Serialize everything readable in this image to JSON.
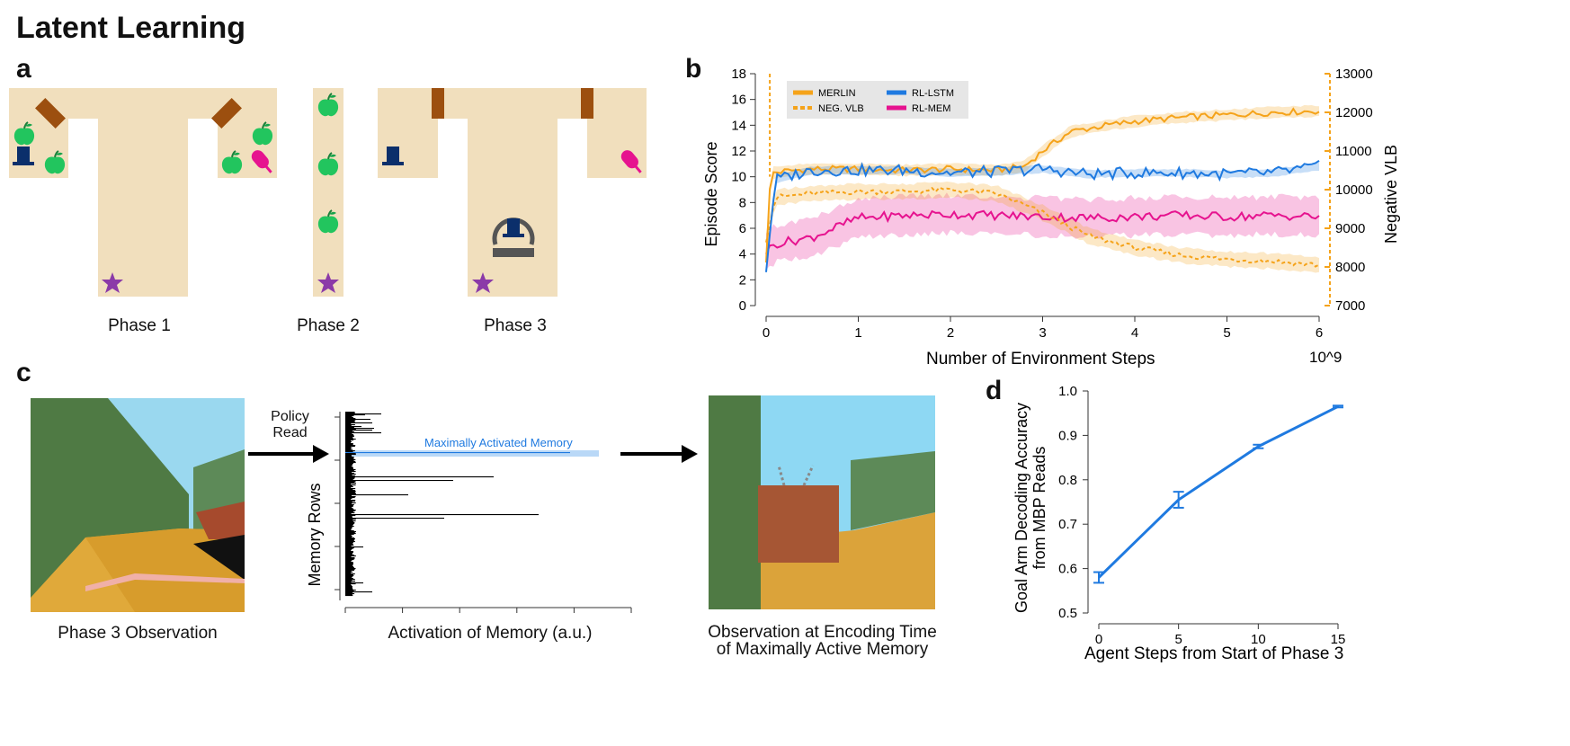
{
  "figure": {
    "title": "Latent Learning",
    "panels": {
      "a": "a",
      "b": "b",
      "c": "c",
      "d": "d"
    }
  },
  "panel_a": {
    "phase_labels": [
      "Phase 1",
      "Phase 2",
      "Phase 3"
    ],
    "colors": {
      "maze": "#f1dfbd",
      "door": "#9c4f0f",
      "apple": "#22c55e",
      "star": "#8b3aa8",
      "hat": "#0b2f6b",
      "popsicle": "#e6138f",
      "portal": "#555555"
    }
  },
  "panel_c": {
    "labels": {
      "policy_read": [
        "Policy",
        "Read"
      ],
      "memory_rows": "Memory Rows",
      "activation": "Activation of Memory (a.u.)",
      "max_memory": "Maximally Activated Memory",
      "obs1": "Phase 3 Observation",
      "obs2": [
        "Observation at Encoding Time",
        "of Maximally Active Memory"
      ]
    }
  },
  "chart_data": [
    {
      "type": "line",
      "xlabel": "Number of Environment Steps",
      "x_multiplier": "10^9",
      "ylabel": "Episode Score",
      "ylabel_right": "Negative VLB",
      "xlim": [
        0,
        6
      ],
      "ylim": [
        0,
        18
      ],
      "ylim_right": [
        7000,
        13000
      ],
      "xticks": [
        "0",
        "1",
        "2",
        "3",
        "4",
        "5",
        "6"
      ],
      "yticks": [
        "0",
        "2",
        "4",
        "6",
        "8",
        "10",
        "12",
        "14",
        "16",
        "18"
      ],
      "yticks_right": [
        "7000",
        "8000",
        "9000",
        "10000",
        "11000",
        "12000",
        "13000"
      ],
      "legend": [
        "MERLIN",
        "NEG. VLB",
        "RL-LSTM",
        "RL-MEM"
      ],
      "legend_position": "top-left",
      "colors": {
        "MERLIN": "#f5a31a",
        "NEG. VLB": "#f5a31a",
        "RL-LSTM": "#1f7ae0",
        "RL-MEM": "#e6138f"
      },
      "series": [
        {
          "name": "MERLIN",
          "x": [
            0,
            0.05,
            0.3,
            0.5,
            1,
            1.5,
            2,
            2.5,
            2.8,
            3,
            3.3,
            3.7,
            4,
            4.5,
            5,
            5.5,
            6
          ],
          "y": [
            3.5,
            10.3,
            10.5,
            10.6,
            10.6,
            10.5,
            10.6,
            10.5,
            10.8,
            12,
            13.5,
            14,
            14.3,
            14.6,
            14.8,
            15,
            15.1
          ]
        },
        {
          "name": "NEG. VLB",
          "x": [
            0,
            0.1,
            0.5,
            1,
            1.5,
            2,
            2.5,
            3,
            3.5,
            4,
            4.5,
            5,
            5.5,
            6
          ],
          "y": [
            8700,
            9800,
            9900,
            9950,
            9950,
            10000,
            9900,
            9400,
            8800,
            8500,
            8300,
            8200,
            8150,
            8050
          ]
        },
        {
          "name": "RL-LSTM",
          "x": [
            0,
            0.1,
            0.5,
            1,
            1.5,
            2,
            2.5,
            3,
            3.5,
            4,
            4.5,
            5,
            5.5,
            6
          ],
          "y": [
            2.8,
            9.8,
            10.5,
            10.5,
            10.5,
            10.3,
            10.4,
            10.6,
            10.2,
            10.3,
            10.3,
            10.2,
            10.3,
            10.8
          ]
        },
        {
          "name": "RL-MEM",
          "x": [
            0,
            0.1,
            0.5,
            1,
            1.5,
            2,
            2.5,
            3,
            3.5,
            4,
            4.5,
            5,
            5.5,
            6
          ],
          "y": [
            4.2,
            4.8,
            5.3,
            6.8,
            7.0,
            7.1,
            7.0,
            6.9,
            6.8,
            6.9,
            7.0,
            6.9,
            7.0,
            6.9
          ]
        }
      ]
    },
    {
      "type": "line",
      "xlabel": "Agent Steps from Start of Phase 3",
      "ylabel": [
        "Goal Arm Decoding Accuracy",
        "from MBP Reads"
      ],
      "xlim": [
        0,
        15
      ],
      "ylim": [
        0.5,
        1.0
      ],
      "xticks": [
        "0",
        "5",
        "10",
        "15"
      ],
      "yticks": [
        "0.5",
        "0.6",
        "0.7",
        "0.8",
        "0.9",
        "1.0"
      ],
      "color": "#1f7ae0",
      "series": [
        {
          "x": [
            0,
            5,
            10,
            15
          ],
          "y": [
            0.58,
            0.755,
            0.875,
            0.965
          ],
          "err": [
            0.012,
            0.018,
            0.004,
            0.002
          ]
        }
      ]
    }
  ]
}
